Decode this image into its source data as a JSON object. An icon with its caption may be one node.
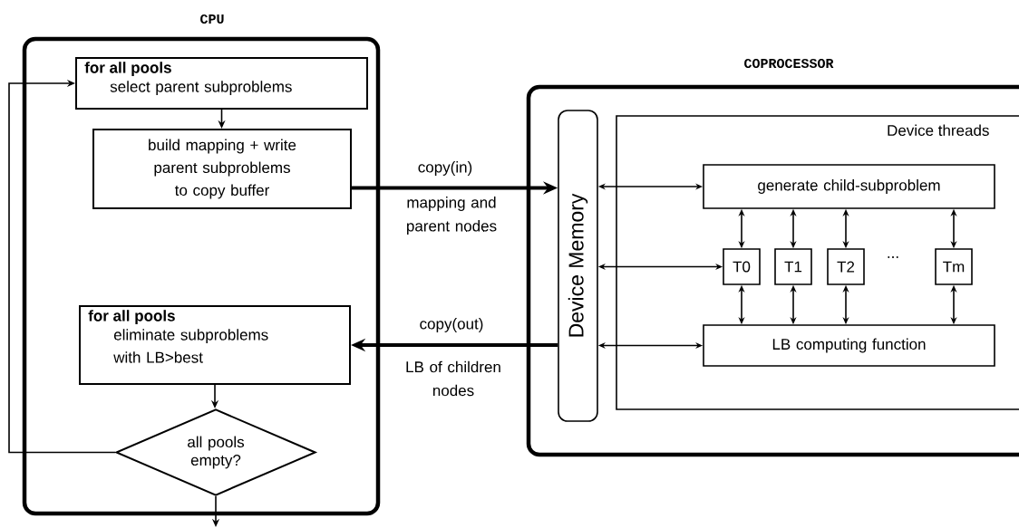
{
  "diagram": {
    "nodes": [
      {
        "text": [
          "CPU"
        ]
      },
      {
        "text": [
          "for all pools",
          "select parent subproblems"
        ],
        "in": 0
      },
      {
        "text": [
          "build mapping + write parent subproblems to copy buffer"
        ],
        "in": 0
      },
      {
        "text": [
          "for all pools",
          "eliminate subproblems with LB>best"
        ],
        "in": 0
      },
      {
        "text": [
          "all pools empty?"
        ],
        "in": 0
      },
      {
        "text": [
          "COPROCESSOR"
        ]
      },
      {
        "text": [
          "Device Memory"
        ],
        "in": 5
      },
      {
        "text": [
          "Device threads"
        ],
        "in": 5
      },
      {
        "text": [
          "generate child-subproblem"
        ],
        "in": 7
      },
      {
        "text": [
          "T0"
        ],
        "in": 7
      },
      {
        "text": [
          "T1"
        ],
        "in": 7
      },
      {
        "text": [
          "T2"
        ],
        "in": 7
      },
      {
        "text": [
          "Tm"
        ],
        "in": 7
      },
      {
        "text": [
          "LB computing function"
        ],
        "in": 7
      }
    ],
    "edges": [
      {
        "from": 1,
        "to": 2,
        "arrow": "to"
      },
      {
        "from": 2,
        "to": 6,
        "arrow": "to",
        "style": "thick",
        "label": "copy(in)"
      },
      {
        "from": 6,
        "to": 3,
        "arrow": "to",
        "style": "thick",
        "label": "copy(out)"
      },
      {
        "from": 3,
        "to": 4,
        "arrow": "to"
      },
      {
        "from": 4,
        "to": 1,
        "arrow": "to"
      },
      {
        "from": 4,
        "to": null,
        "arrow": "to"
      },
      {
        "from": 6,
        "to": 8,
        "arrow": "both"
      },
      {
        "from": 6,
        "to": 9,
        "arrow": "both"
      },
      {
        "from": 6,
        "to": 13,
        "arrow": "both"
      },
      {
        "from": 8,
        "to": 9,
        "arrow": "both"
      },
      {
        "from": 8,
        "to": 10,
        "arrow": "both"
      },
      {
        "from": 8,
        "to": 11,
        "arrow": "both"
      },
      {
        "from": 8,
        "to": 12,
        "arrow": "both"
      },
      {
        "from": 9,
        "to": 13,
        "arrow": "both"
      },
      {
        "from": 10,
        "to": 13,
        "arrow": "both"
      },
      {
        "from": 11,
        "to": 13,
        "arrow": "both"
      },
      {
        "from": 12,
        "to": 13,
        "arrow": "both"
      }
    ],
    "labels": [
      "mapping and parent nodes",
      "LB of children nodes",
      "..."
    ]
  }
}
